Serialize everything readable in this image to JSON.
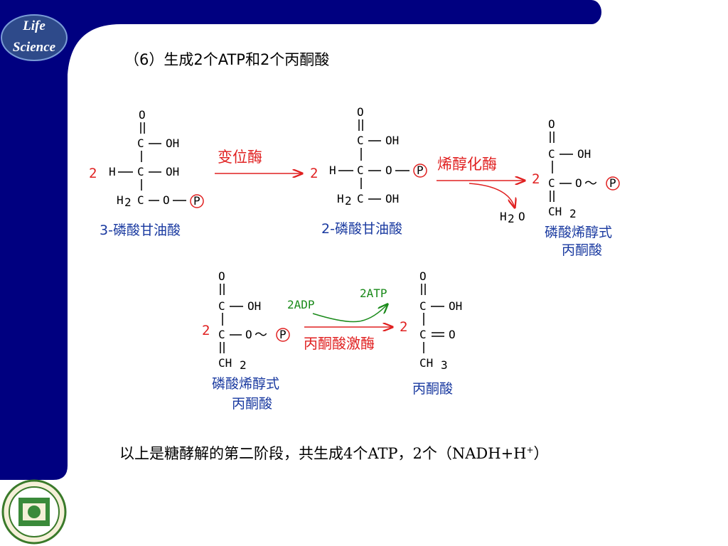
{
  "badge": {
    "line1": "Life",
    "line2": "Science"
  },
  "title": "（6）生成2个ATP和2个丙酮酸",
  "reaction1": {
    "coef": "2",
    "substrate": {
      "o": "O",
      "c1": "C",
      "oh1": "OH",
      "h": "H",
      "c2": "C",
      "oh2": "OH",
      "h2c": "H",
      "h2c_sub": "2",
      "h2c_c": "C",
      "o3": "O",
      "p": "P",
      "name": "3-磷酸甘油酸"
    },
    "enzyme": "变位酶",
    "product_coef": "2",
    "product": {
      "o": "O",
      "c1": "C",
      "oh1": "OH",
      "h": "H",
      "c2": "C",
      "o2": "O",
      "p": "P",
      "h2c": "H",
      "h2c_sub": "2",
      "h2c_c": "C",
      "oh3": "OH",
      "name": "2-磷酸甘油酸"
    }
  },
  "reaction2": {
    "enzyme": "烯醇化酶",
    "byproduct": "H",
    "byproduct_sub": "2",
    "byproduct_o": "O",
    "coef": "2",
    "product": {
      "o": "O",
      "c1": "C",
      "oh1": "OH",
      "c2": "C",
      "o2": "O",
      "tilde": "～",
      "p": "P",
      "ch2": "CH",
      "ch2_sub": "2",
      "name1": "磷酸烯醇式",
      "name2": "丙酮酸"
    }
  },
  "reaction3": {
    "coef": "2",
    "substrate": {
      "o": "O",
      "c1": "C",
      "oh1": "OH",
      "c2": "C",
      "o2": "O",
      "tilde": "～",
      "p": "P",
      "ch2": "CH",
      "ch2_sub": "2",
      "name1": "磷酸烯醇式",
      "name2": "丙酮酸"
    },
    "cofactor_in": "2ADP",
    "cofactor_out": "2ATP",
    "enzyme": "丙酮酸激酶",
    "product_coef": "2",
    "product": {
      "o": "O",
      "c1": "C",
      "oh1": "OH",
      "c2": "C",
      "o2": "O",
      "ch3": "CH",
      "ch3_sub": "3",
      "name": "丙酮酸"
    }
  },
  "summary": {
    "text": "以上是糖酵解的第二阶段，共生成4个ATP，2个（NADH+H",
    "sup": "+",
    "end": "）"
  },
  "colors": {
    "frame": "#000080",
    "arrow": "#e02020",
    "green": "#1a8a1a",
    "label": "#1a3aa0"
  }
}
